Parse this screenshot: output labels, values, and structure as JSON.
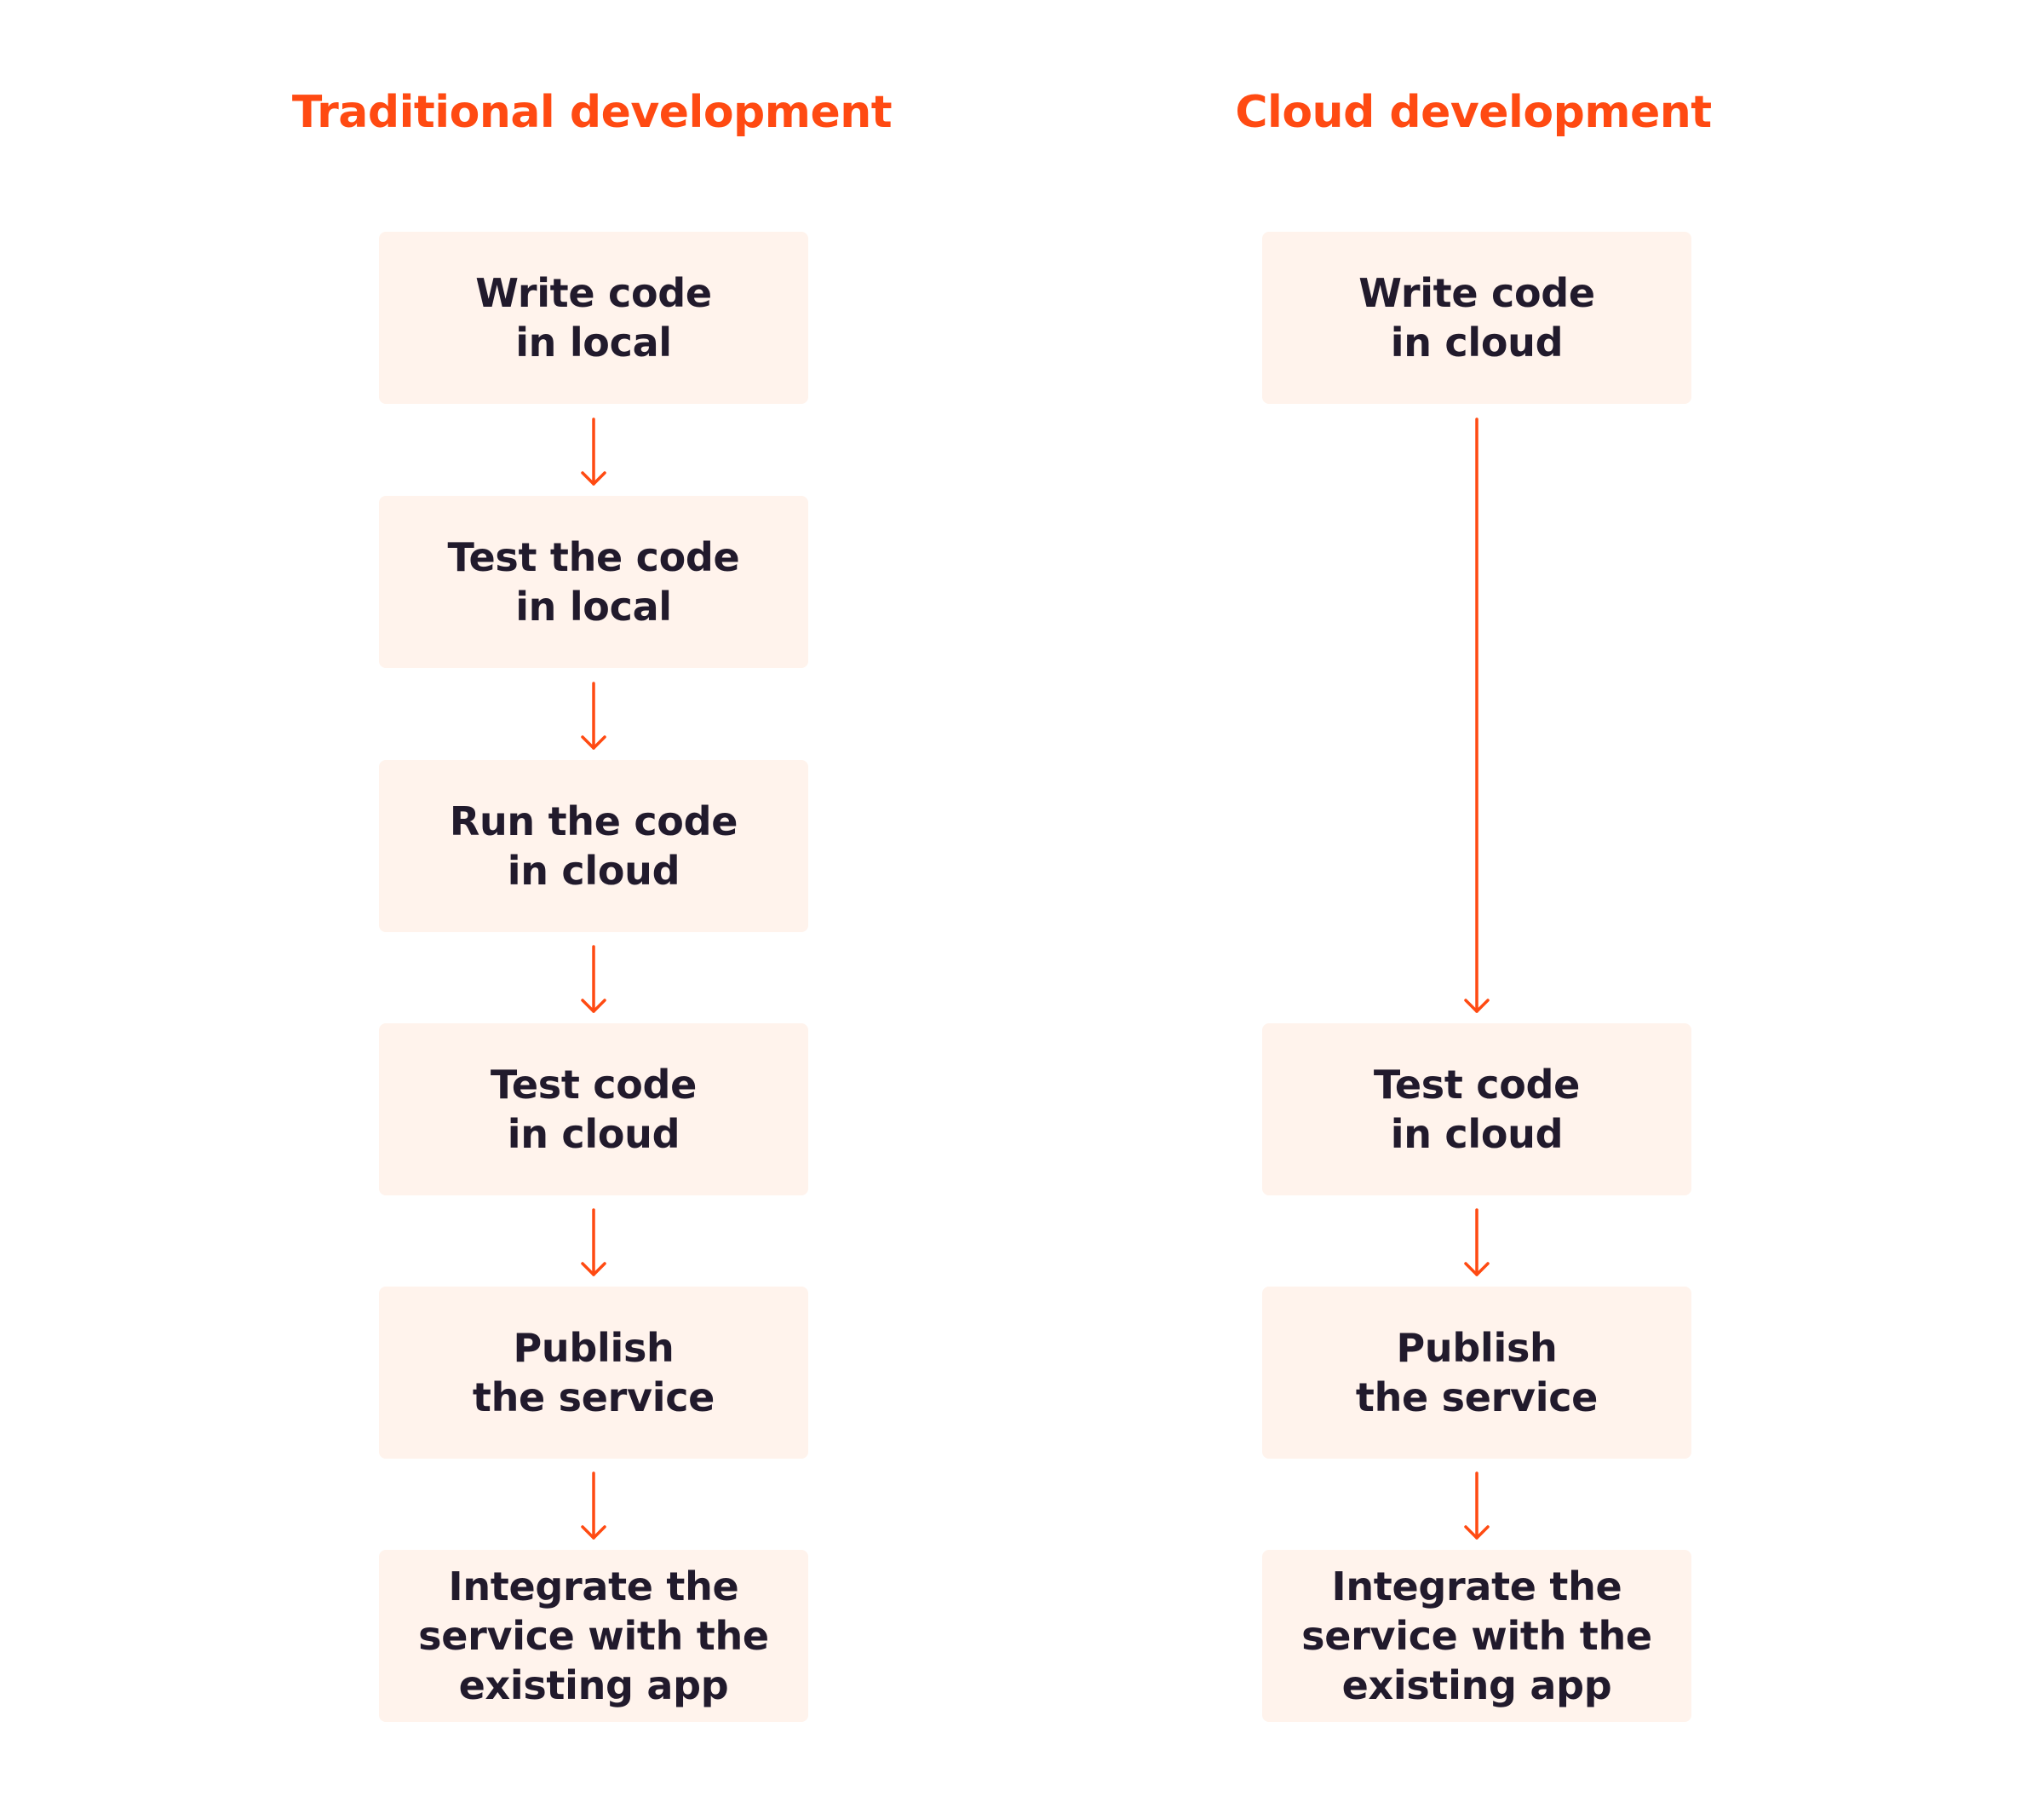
{
  "colors": {
    "accent": "#ff4a12",
    "box_fill": "#fff3ec",
    "text": "#211a2c",
    "background": "#ffffff"
  },
  "columns": {
    "traditional": {
      "title": "Traditional development",
      "steps": [
        "Write code\nin local",
        "Test the code\nin local",
        "Run the code\nin cloud",
        "Test code\nin cloud",
        "Publish\nthe service",
        "Integrate the\nservice with the\nexisting app"
      ]
    },
    "cloud": {
      "title": "Cloud development",
      "steps": [
        "Write code\nin cloud",
        "Test code\nin cloud",
        "Publish\nthe service",
        "Integrate the\nservice with the\nexisting app"
      ]
    }
  }
}
